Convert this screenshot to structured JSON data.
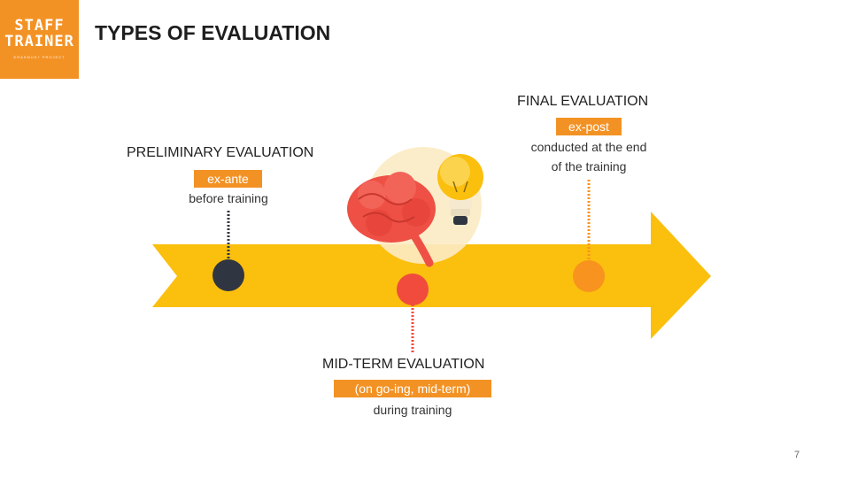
{
  "logo": {
    "line1": "STAFF",
    "line2": "TRAINER",
    "tagline": "ERASMUS+ PROJECT"
  },
  "title": "TYPES OF EVALUATION",
  "stages": {
    "preliminary": {
      "heading": "PRELIMINARY EVALUATION",
      "tag": "ex-ante",
      "desc": "before training",
      "color": "#303641"
    },
    "midterm": {
      "heading": "MID-TERM EVALUATION",
      "tag": "(on go-ing, mid-term)",
      "desc": "during training",
      "color": "#f04b3c"
    },
    "final": {
      "heading": "FINAL EVALUATION",
      "tag": "ex-post",
      "desc_line1": "conducted at the end",
      "desc_line2": "of the training",
      "color": "#f7931e"
    }
  },
  "colors": {
    "accent": "#f39224",
    "arrow": "#fbbf0e"
  },
  "page_number": "7"
}
